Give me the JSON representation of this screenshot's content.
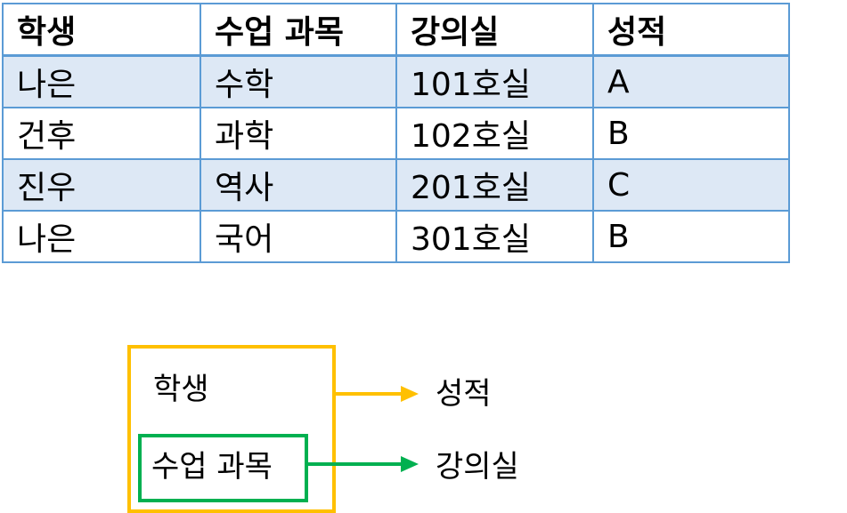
{
  "table": {
    "headers": [
      "학생",
      "수업 과목",
      "강의실",
      "성적"
    ],
    "rows": [
      [
        "나은",
        "수학",
        "101호실",
        "A"
      ],
      [
        "건후",
        "과학",
        "102호실",
        "B"
      ],
      [
        "진우",
        "역사",
        "201호실",
        "C"
      ],
      [
        "나은",
        "국어",
        "301호실",
        "B"
      ]
    ]
  },
  "diagram": {
    "determinant_outer": "학생",
    "determinant_inner": "수업 과목",
    "dependent_outer": "성적",
    "dependent_inner": "강의실",
    "colors": {
      "outer": "#ffc000",
      "inner": "#00b050",
      "table_border": "#5b9bd5",
      "row_shade": "#dde8f5"
    }
  }
}
